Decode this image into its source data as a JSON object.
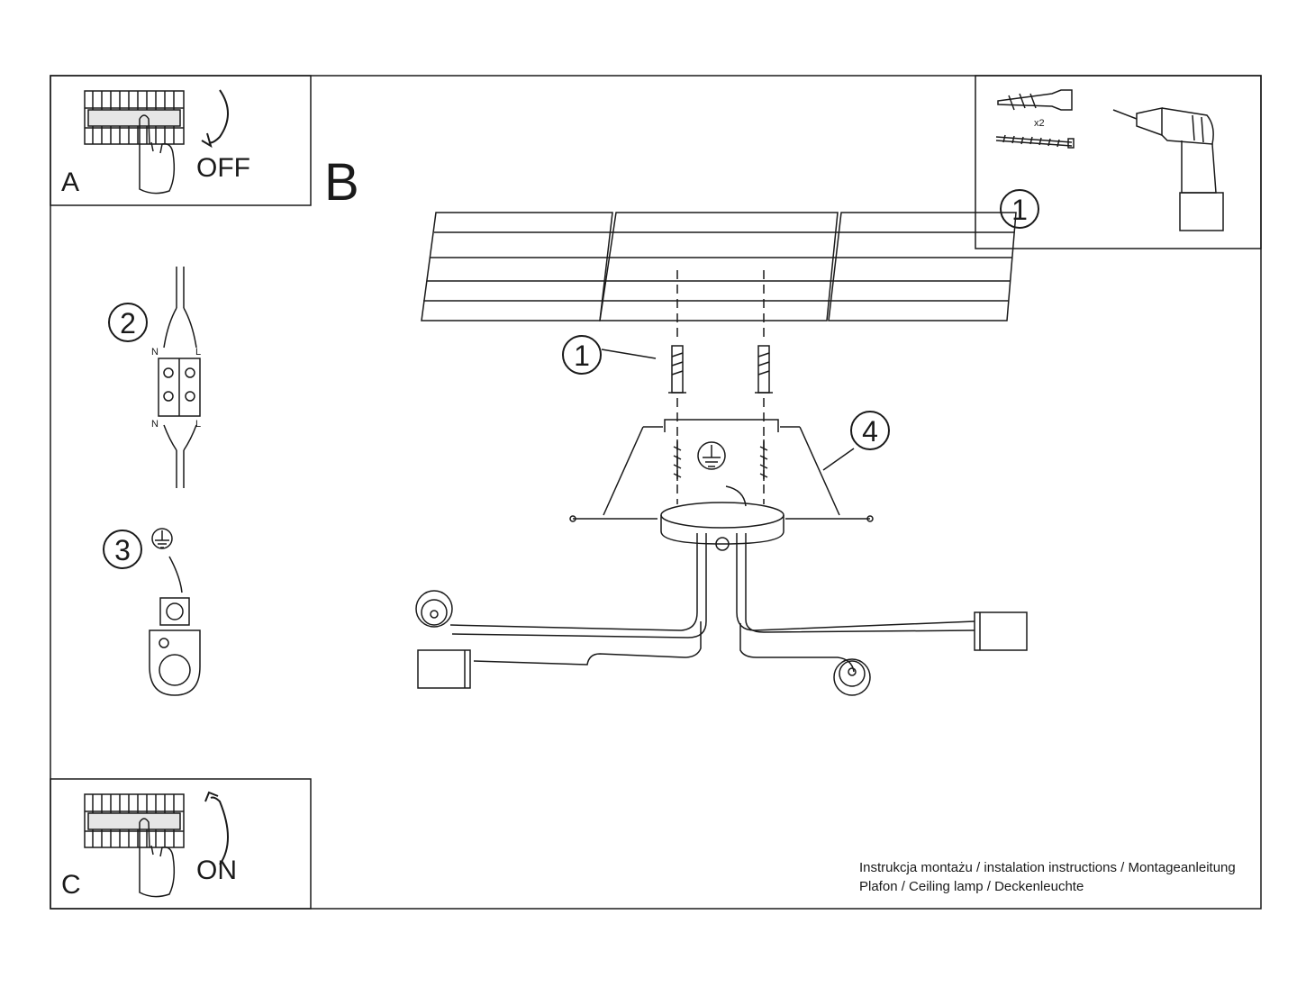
{
  "panels": {
    "a": {
      "letter": "A",
      "state": "OFF"
    },
    "b": {
      "letter": "B"
    },
    "c": {
      "letter": "C",
      "state": "ON"
    }
  },
  "callouts": {
    "anchor_top": "1",
    "anchor_step": "1",
    "wiring_step": "2",
    "ground_step": "3",
    "canopy_step": "4"
  },
  "hardware_qty": "x2",
  "terminal_labels": {
    "neutral": "N",
    "live": "L"
  },
  "footer": {
    "line1": "Instrukcja montażu / instalation instructions / Montageanleitung",
    "line2": "Plafon / Ceiling lamp / Deckenleuchte"
  },
  "colors": {
    "ink": "#1a1a1a",
    "paper": "#ffffff"
  }
}
